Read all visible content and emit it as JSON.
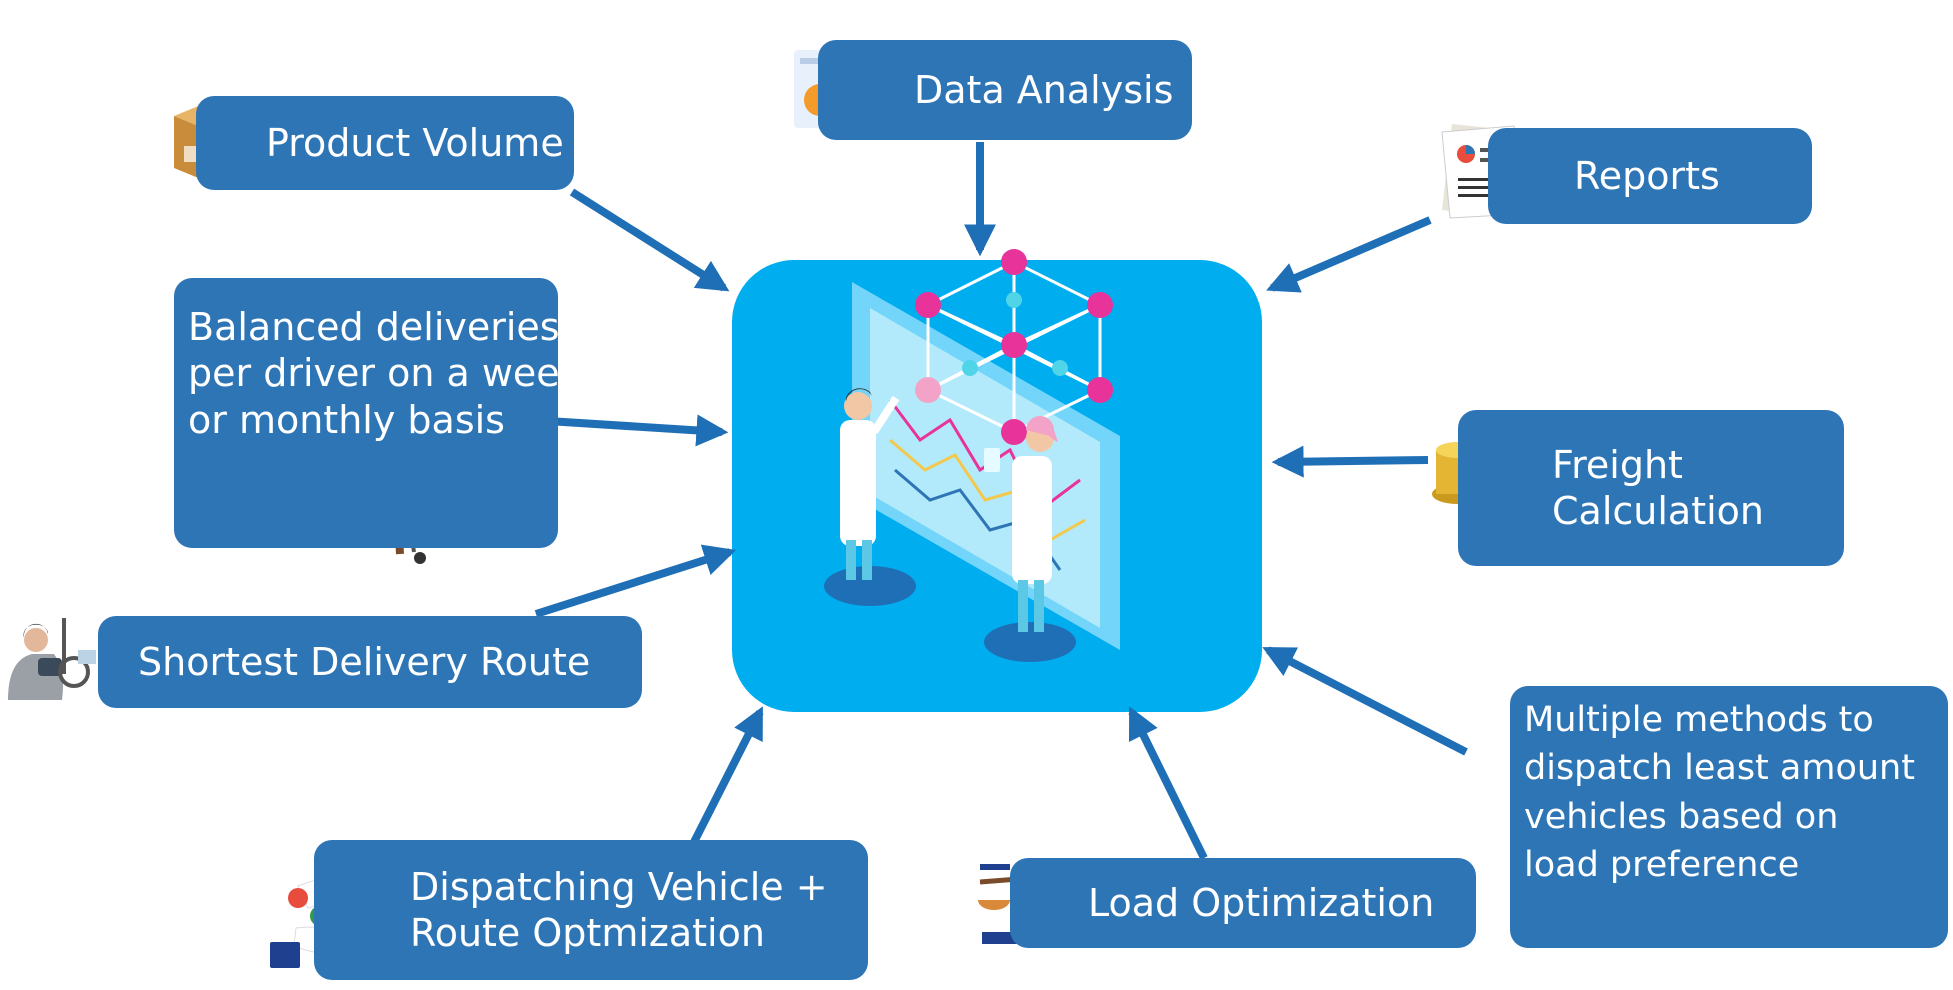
{
  "nodes": {
    "product_volume": "Product Volume",
    "data_analysis": "Data Analysis",
    "reports": "Reports",
    "balanced": [
      "Balanced deliveries",
      "per driver on a week",
      "or monthly basis"
    ],
    "freight": [
      "Freight",
      "Calculation"
    ],
    "shortest_route": "Shortest Delivery Route",
    "dispatch": [
      "Dispatching Vehicle +",
      "Route Optmization"
    ],
    "load_opt": "Load Optimization",
    "multiple": [
      "Multiple methods to",
      "dispatch least amount",
      "vehicles based on",
      "load preference"
    ]
  },
  "colors": {
    "box": "#2e75b6",
    "center": "#00aeef",
    "arrow": "#1f6fb7",
    "node_pink": "#e8339b",
    "node_cyan": "#4fd4e8"
  },
  "icons": [
    "box-icon",
    "dashboard-icon",
    "report-document-icon",
    "delivery-worker-icon",
    "coins-icon",
    "driver-icon",
    "handshake-icon",
    "scale-icon",
    "truck-icon",
    "analysts-illustration"
  ]
}
